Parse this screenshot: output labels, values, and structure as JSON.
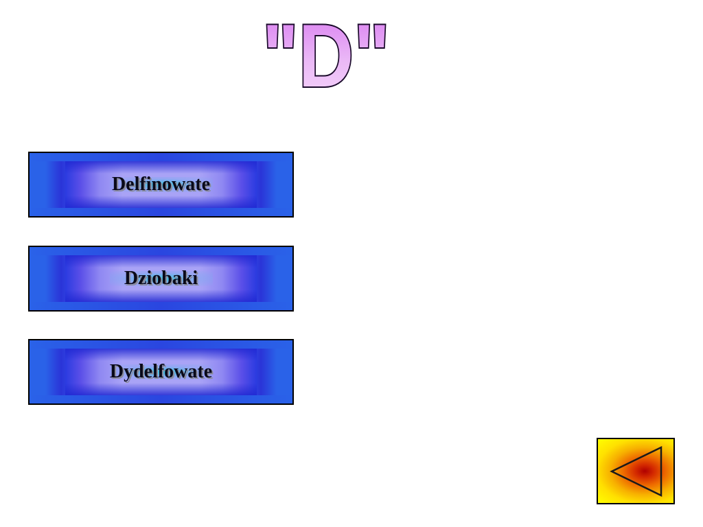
{
  "title": {
    "text": "\"D\""
  },
  "menu": {
    "items": [
      {
        "label": "Delfinowate"
      },
      {
        "label": "Dziobaki"
      },
      {
        "label": "Dydelfowate"
      }
    ]
  },
  "colors": {
    "title_fill": "#e0a8f0",
    "title_stroke": "#1a0a2a",
    "button_blue": "#2a62e8",
    "button_inner": "#a9a3f6",
    "back_yellow": "#ffff00",
    "back_red": "#b00000"
  },
  "icons": {
    "back": "triangle-left-icon"
  }
}
